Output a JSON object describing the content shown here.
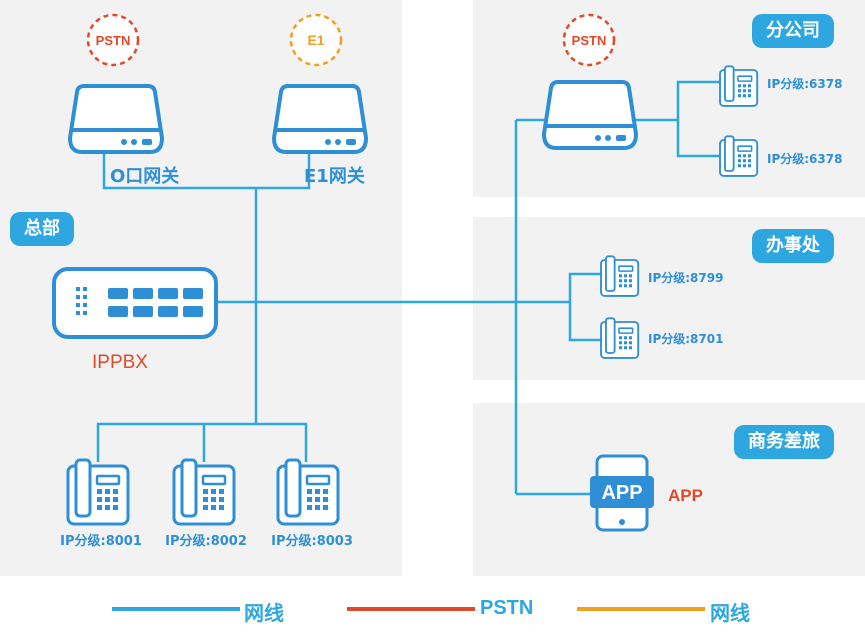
{
  "colors": {
    "network_blue": "#2ea6e0",
    "pstn_red": "#e04a2a",
    "e1_orange": "#f0a020",
    "panel_bg": "#f2f2f2",
    "label_blue": "#2f8fd6"
  },
  "hq": {
    "title": "总部",
    "pstn_badge": "PSTN",
    "e1_badge": "E1",
    "o_gateway_label": "O口网关",
    "e1_gateway_label": "E1网关",
    "ippbx_label": "IPPBX",
    "phones": [
      "IP分级:8001",
      "IP分级:8002",
      "IP分级:8003"
    ]
  },
  "branch": {
    "title": "分公司",
    "pstn_badge": "PSTN",
    "phones": [
      "IP分级:6378",
      "IP分级:6378"
    ]
  },
  "office": {
    "title": "办事处",
    "phones": [
      "IP分级:8799",
      "IP分级:8701"
    ]
  },
  "travel": {
    "title": "商务差旅",
    "app_icon_text": "APP",
    "app_label": "APP"
  },
  "legend": [
    {
      "label": "网线",
      "color": "#2ea6e0"
    },
    {
      "label": "PSTN",
      "color": "#e04a2a"
    },
    {
      "label": "网线",
      "color": "#f0a020"
    }
  ]
}
